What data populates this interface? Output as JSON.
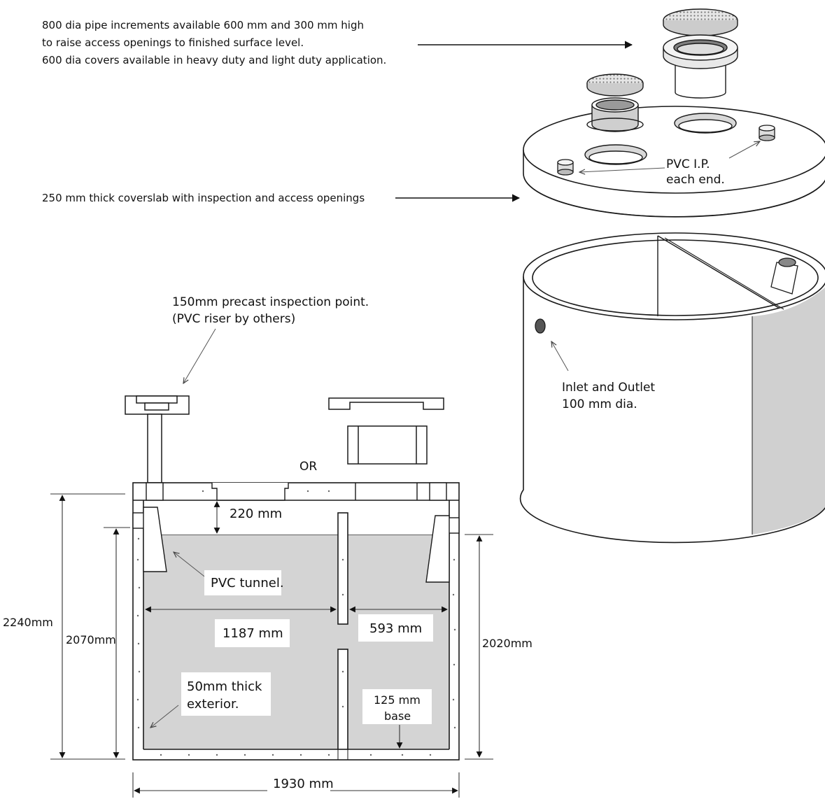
{
  "notes": {
    "increments_line1": "800 dia pipe increments available 600 mm and 300 mm high",
    "increments_line2": "to raise access openings to finished surface level.",
    "increments_line3": "600 dia covers available in heavy duty and light duty application.",
    "coverslab": "250 mm thick coverslab with inspection and access openings"
  },
  "iso_labels": {
    "pvc_ip_line1": "PVC I.P.",
    "pvc_ip_line2": "each end.",
    "inlet_line1": "Inlet and Outlet",
    "inlet_line2": "100 mm dia."
  },
  "section_labels": {
    "inspection_line1": "150mm precast inspection point.",
    "inspection_line2": "(PVC riser by others)",
    "or_label": "OR",
    "pvc_tunnel": "PVC tunnel.",
    "exterior_line1": "50mm thick",
    "exterior_line2": "exterior.",
    "base_line1": "125 mm",
    "base_line2": "base"
  },
  "dimensions": {
    "overall_height": "2240mm",
    "wall_height": "2070mm",
    "right_height": "2020mm",
    "cover_gap": "220 mm",
    "left_chamber": "1187 mm",
    "right_chamber": "593 mm",
    "overall_width": "1930 mm"
  },
  "colors": {
    "line": "#1a1a1a",
    "fill_water": "#d4d4d4",
    "fill_shade": "#d0d0d0",
    "dim_line": "#333333",
    "thin_line": "#888888"
  }
}
